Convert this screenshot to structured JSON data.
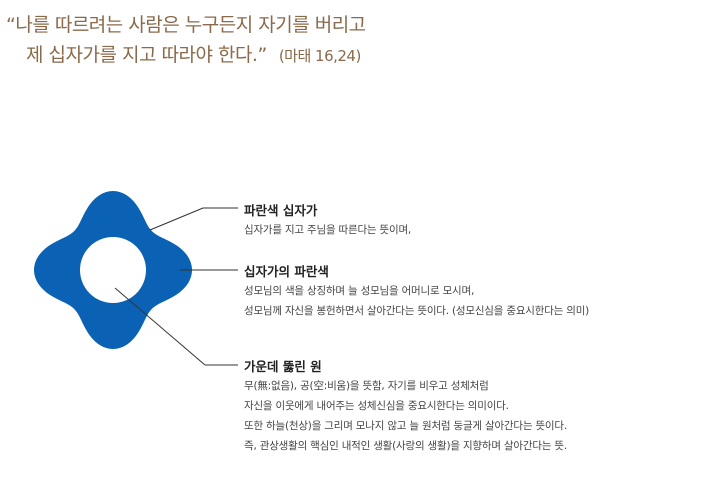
{
  "quote": {
    "line1": "“나를 따르려는 사람은 누구든지 자기를 버리고",
    "line2": "제 십자가를 지고 따라야 한다.”",
    "reference": "(마태 16,24)"
  },
  "emblem": {
    "color": "#0b62b4",
    "hole_color": "#ffffff",
    "leader_color": "#333333"
  },
  "annotations": [
    {
      "title": "파란색 십자가",
      "lines": [
        "십자가를 지고 주님을 따른다는 뜻이며,"
      ]
    },
    {
      "title": "십자가의 파란색",
      "lines": [
        "성모님의 색을 상징하며 늘 성모님을 어머니로 모시며,",
        "성모님께 자신을 봉헌하면서 살아간다는 뜻이다. (성모신심을 중요시한다는 의미)"
      ]
    },
    {
      "title": "가운데 뚫린 원",
      "lines": [
        "무(無:없음), 공(空:비움)을 뜻함, 자기를 비우고 성체처럼",
        "자신을 이웃에게 내어주는 성체신심을 중요시한다는 의미이다.",
        "또한 하늘(천상)을 그리며 모나지 않고 늘 원처럼 둥글게 살아간다는 뜻이다.",
        "즉, 관상생활의 핵심인 내적인 생활(사랑의 생활)을 지향하며 살아간다는 뜻."
      ]
    }
  ]
}
